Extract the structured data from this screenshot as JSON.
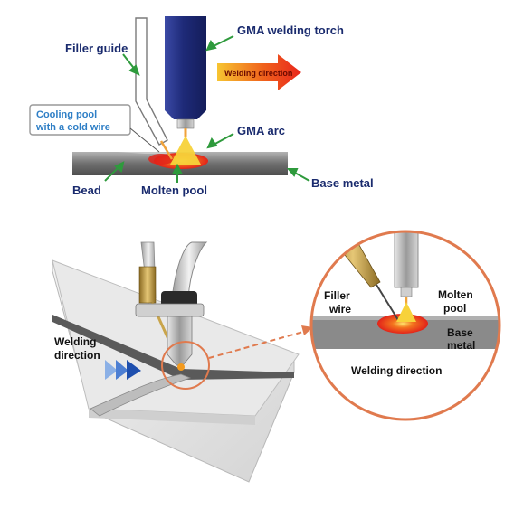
{
  "top_panel": {
    "labels": {
      "filler_guide": "Filler guide",
      "torch": "GMA welding torch",
      "welding_direction": "Welding direction",
      "cooling_pool_line1": "Cooling pool",
      "cooling_pool_line2": "with a cold wire",
      "gma_arc": "GMA arc",
      "bead": "Bead",
      "molten_pool": "Molten pool",
      "base_metal": "Base metal"
    }
  },
  "bottom_panel": {
    "labels": {
      "welding_direction_line1": "Welding",
      "welding_direction_line2": "direction"
    },
    "inset": {
      "filler_wire_line1": "Filler",
      "filler_wire_line2": "wire",
      "molten_pool_line1": "Molten",
      "molten_pool_line2": "pool",
      "base_metal_line1": "Base",
      "base_metal_line2": "metal",
      "caption": "Welding direction"
    }
  },
  "colors": {
    "label_navy": "#1a2b6e",
    "arrow_green": "#2e9a3c",
    "cooling_text_blue": "#2f7fc6",
    "torch_navy": "#1e2a78",
    "direction_arrow_red": "#e8251b",
    "direction_arrow_orange": "#f39a1e",
    "arc_yellow": "#f7d23a",
    "molten_red": "#e2231a",
    "base_metal_grey": "#5f5f5f",
    "inset_ring": "#e07a4e",
    "nozzle_orange": "#f0a23b"
  },
  "icons": {
    "torch": "welding-torch-icon",
    "filler_guide": "filler-guide-icon",
    "direction_arrow": "arrow-right-icon",
    "direction_chevrons": "chevron-triple-right-icon",
    "zoom_callout": "magnifier-callout-icon"
  }
}
